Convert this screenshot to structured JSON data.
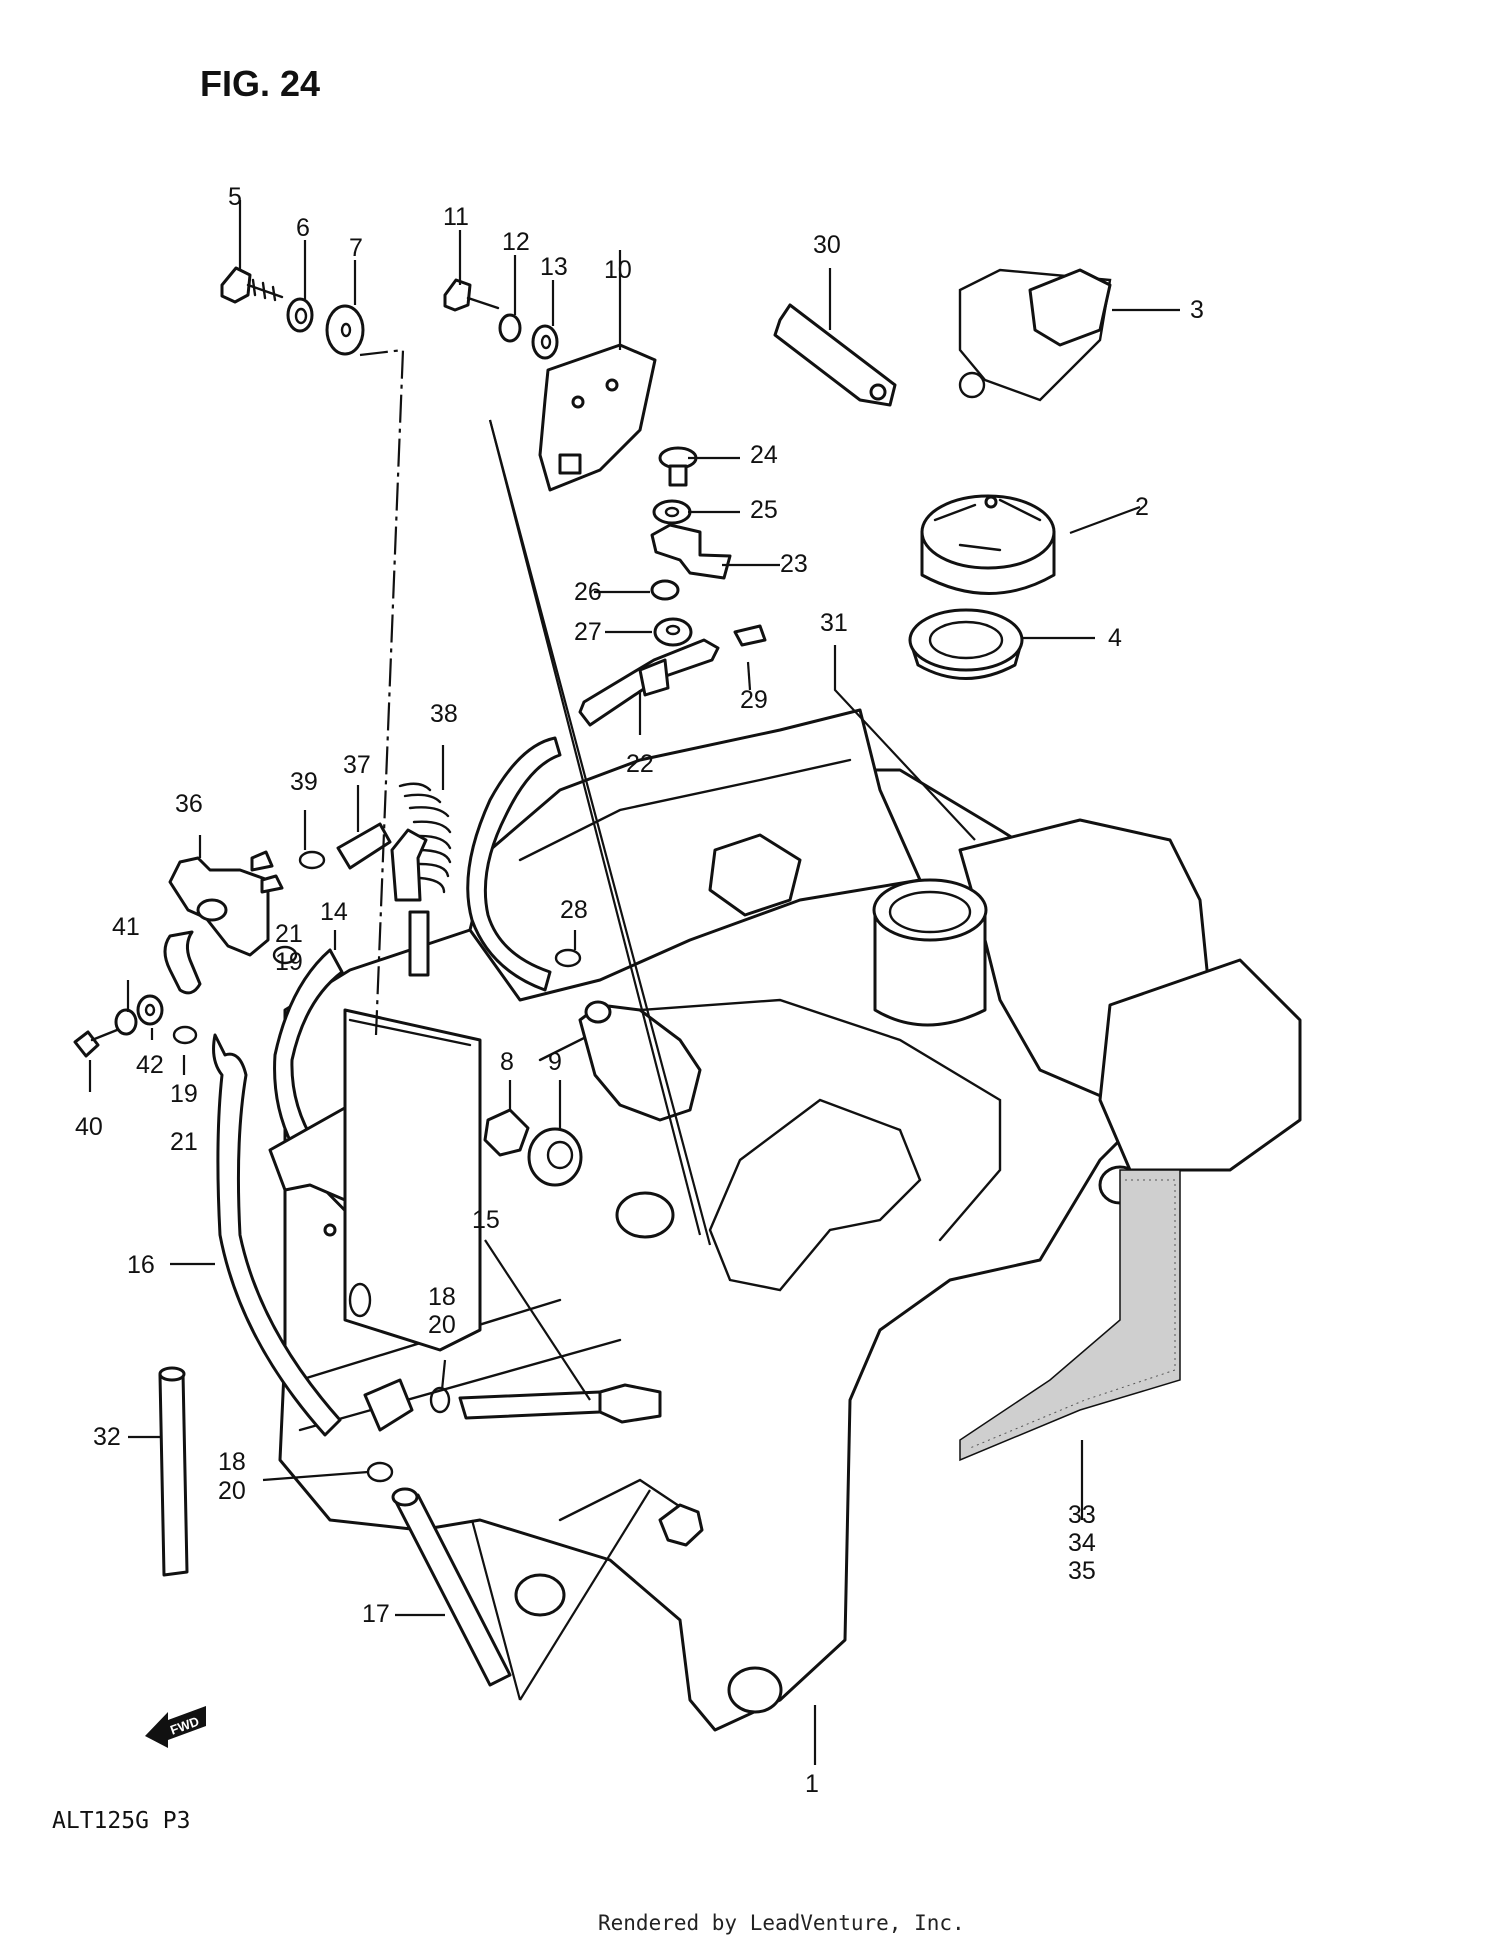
{
  "figure": {
    "title": "FIG. 24"
  },
  "model_code": "ALT125G  P3",
  "render_credit": "Rendered by LeadVenture, Inc.",
  "fwd_label": "FWD",
  "callouts": {
    "c1": "1",
    "c2": "2",
    "c3": "3",
    "c4": "4",
    "c5": "5",
    "c6": "6",
    "c7": "7",
    "c8": "8",
    "c9": "9",
    "c10": "10",
    "c11": "11",
    "c12": "12",
    "c13": "13",
    "c14": "14",
    "c15": "15",
    "c16": "16",
    "c17": "17",
    "c18a": "18",
    "c20a": "20",
    "c18b": "18",
    "c20b": "20",
    "c19a": "19",
    "c21a": "21",
    "c19b": "19",
    "c21b": "21",
    "c22": "22",
    "c23": "23",
    "c24": "24",
    "c25": "25",
    "c26": "26",
    "c27": "27",
    "c28": "28",
    "c29": "29",
    "c30": "30",
    "c31": "31",
    "c32": "32",
    "c33": "33",
    "c34": "34",
    "c35": "35",
    "c36": "36",
    "c37": "37",
    "c38": "38",
    "c39": "39",
    "c40": "40",
    "c41": "41",
    "c42": "42"
  }
}
